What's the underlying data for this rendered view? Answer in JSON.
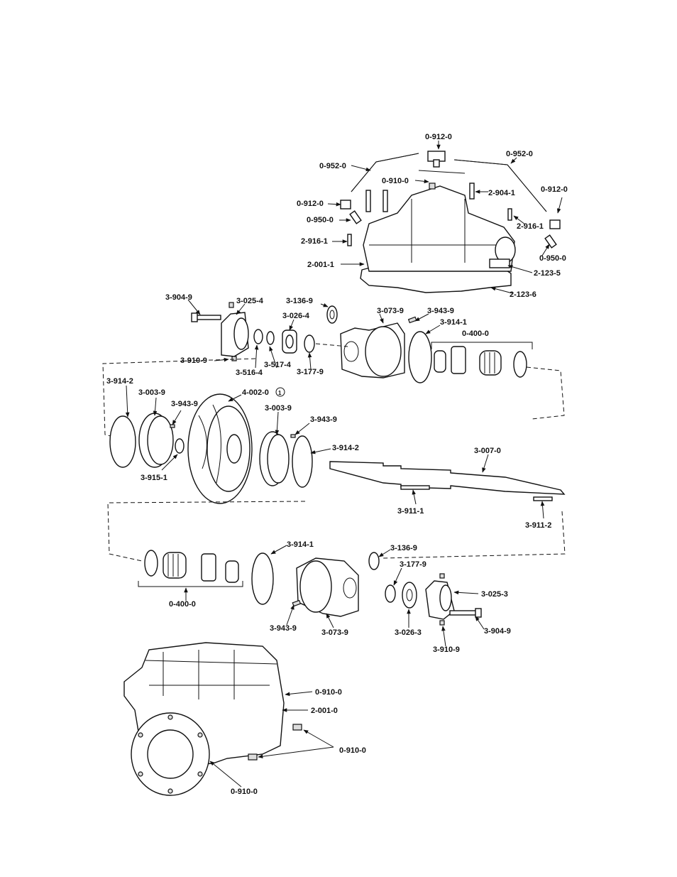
{
  "labels": {
    "l_0_912_0_top": "0-912-0",
    "l_0_952_0_left": "0-952-0",
    "l_0_952_0_right": "0-952-0",
    "l_0_910_0_top": "0-910-0",
    "l_2_904_1": "2-904-1",
    "l_0_912_0_right": "0-912-0",
    "l_0_912_0_left": "0-912-0",
    "l_0_950_0_left": "0-950-0",
    "l_2_916_1_right": "2-916-1",
    "l_2_916_1_left": "2-916-1",
    "l_0_950_0_right": "0-950-0",
    "l_2_001_1": "2-001-1",
    "l_2_123_5": "2-123-5",
    "l_2_123_6": "2-123-6",
    "l_3_904_9_top": "3-904-9",
    "l_3_025_4": "3-025-4",
    "l_3_136_9_top": "3-136-9",
    "l_3_073_9_top": "3-073-9",
    "l_3_943_9_top": "3-943-9",
    "l_3_026_4": "3-026-4",
    "l_3_914_1_top": "3-914-1",
    "l_0_400_0_top": "0-400-0",
    "l_3_910_9_top": "3-910-9",
    "l_3_516_4": "3-516-4",
    "l_3_517_4": "3-517-4",
    "l_3_177_9_top": "3-177-9",
    "l_3_914_2_left": "3-914-2",
    "l_4_002_0": "4-002-0",
    "l_4_002_0_note": "1",
    "l_3_003_9_left": "3-003-9",
    "l_3_943_9_left": "3-943-9",
    "l_3_003_9_mid": "3-003-9",
    "l_3_943_9_mid": "3-943-9",
    "l_3_914_2_mid": "3-914-2",
    "l_3_915_1": "3-915-1",
    "l_3_007_0": "3-007-0",
    "l_3_911_1": "3-911-1",
    "l_3_911_2": "3-911-2",
    "l_3_914_1_bot": "3-914-1",
    "l_3_136_9_bot": "3-136-9",
    "l_3_177_9_bot": "3-177-9",
    "l_3_025_3": "3-025-3",
    "l_0_400_0_bot": "0-400-0",
    "l_3_943_9_bot": "3-943-9",
    "l_3_073_9_bot": "3-073-9",
    "l_3_026_3": "3-026-3",
    "l_3_904_9_bot": "3-904-9",
    "l_3_910_9_bot": "3-910-9",
    "l_0_910_0_casing_top": "0-910-0",
    "l_2_001_0": "2-001-0",
    "l_0_910_0_casing_mid": "0-910-0",
    "l_0_910_0_casing_bot": "0-910-0"
  }
}
